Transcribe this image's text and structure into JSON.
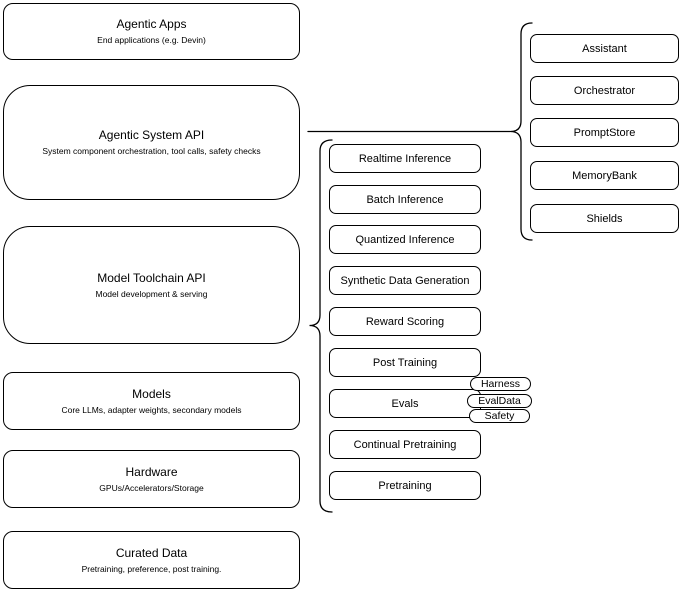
{
  "diagram": {
    "left_stack": [
      {
        "title": "Agentic Apps",
        "subtitle": "End applications (e.g. Devin)"
      },
      {
        "title": "Agentic System API",
        "subtitle": "System component orchestration, tool calls, safety checks"
      },
      {
        "title": "Model Toolchain API",
        "subtitle": "Model development & serving"
      },
      {
        "title": "Models",
        "subtitle": "Core LLMs, adapter weights, secondary models"
      },
      {
        "title": "Hardware",
        "subtitle": "GPUs/Accelerators/Storage"
      },
      {
        "title": "Curated Data",
        "subtitle": "Pretraining, preference, post training."
      }
    ],
    "toolchain_items": [
      "Realtime Inference",
      "Batch Inference",
      "Quantized Inference",
      "Synthetic Data Generation",
      "Reward Scoring",
      "Post Training",
      "Evals",
      "Continual Pretraining",
      "Pretraining"
    ],
    "eval_tags": [
      "Harness",
      "EvalData",
      "Safety"
    ],
    "system_components": [
      "Assistant",
      "Orchestrator",
      "PromptStore",
      "MemoryBank",
      "Shields"
    ],
    "colors": {
      "stroke": "#000000",
      "fill": "#ffffff",
      "background": "#ffffff",
      "text": "#000000"
    }
  }
}
